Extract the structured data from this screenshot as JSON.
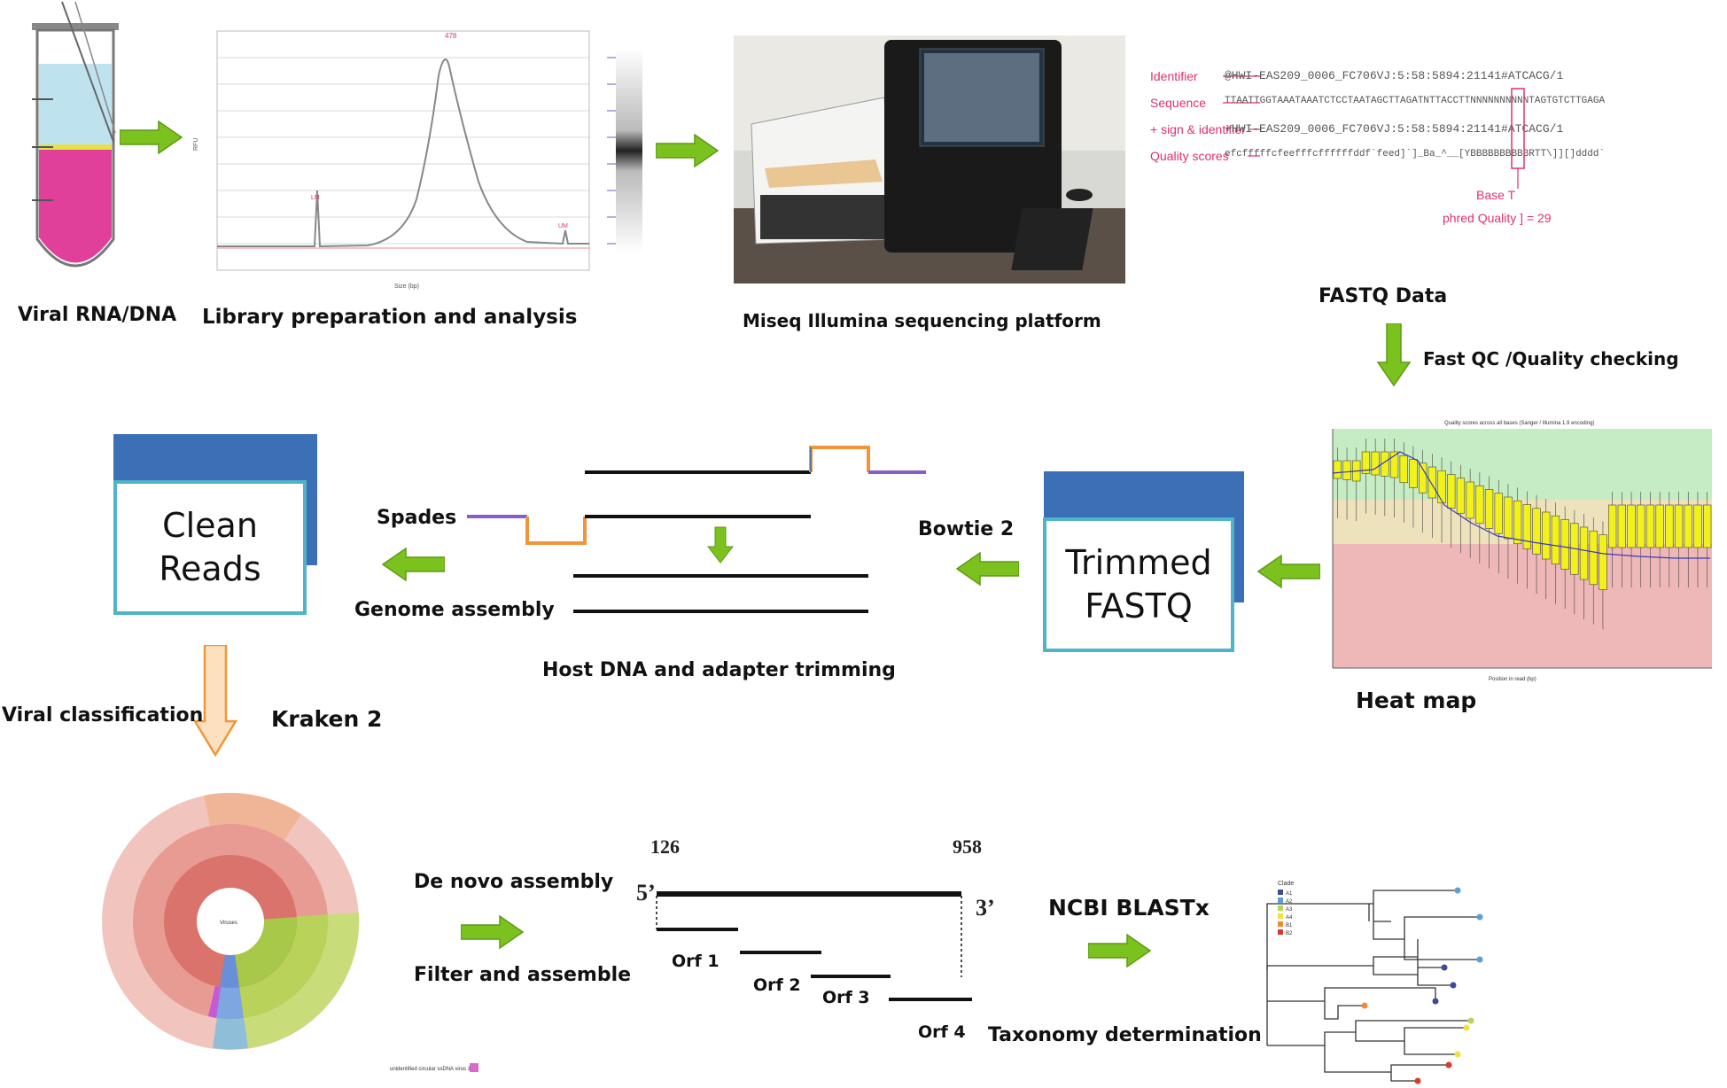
{
  "labels": {
    "viral_rna_dna": "Viral RNA/DNA",
    "library_prep": "Library preparation and analysis",
    "miseq": "Miseq Illumina sequencing platform",
    "fastq_data": "FASTQ Data",
    "fastqc": "Fast QC /Quality checking",
    "heat_map": "Heat map",
    "bowtie": "Bowtie 2",
    "spades": "Spades",
    "genome_assembly": "Genome assembly",
    "host_trimming": "Host DNA and adapter trimming",
    "viral_classification": "Viral classification",
    "kraken": "Kraken 2",
    "de_novo": "De novo assembly",
    "filter_assemble": "Filter and assemble",
    "blastx": "NCBI BLASTx",
    "taxonomy": "Taxonomy determination"
  },
  "boxes": {
    "clean_reads": "Clean Reads",
    "trimmed_fastq": "Trimmed FASTQ"
  },
  "fastq": {
    "field_labels": [
      "Identifier",
      "Sequence",
      "+ sign & identifier",
      "Quality scores"
    ],
    "lines": [
      "@HWI-EAS209_0006_FC706VJ:5:58:5894:21141#ATCACG/1",
      "TTAATTGGTAAATAAATCTCCTAATAGCTTAGATNTTACCTTNNNNNNNNNNTAGTGTCTTGAGA",
      "+HWI-EAS209_0006_FC706VJ:5:58:5894:21141#ATCACG/1",
      "efcfffffcfeefffcffffffddf`feed]`]_Ba_^__[YBBBBBBBBBBRTT\\]][]dddd`"
    ],
    "base_note": "Base T",
    "phred_note": "phred Quality ] = 29"
  },
  "orf": {
    "start": "126",
    "end": "958",
    "five_prime": "5’",
    "three_prime": "3’",
    "orfs": [
      "Orf 1",
      "Orf 2",
      "Orf 3",
      "Orf 4"
    ]
  },
  "tree": {
    "legend_title": "Clade",
    "clades": [
      "A1",
      "A2",
      "A3",
      "A4",
      "B1",
      "B2"
    ],
    "clade_colors": [
      "#3b4a9a",
      "#5aa0d6",
      "#b9d35a",
      "#f0e040",
      "#f08a3a",
      "#d93a2a"
    ]
  },
  "krona": {
    "center": "Viruses",
    "note": "unidentified circular ssDNA virus  1%"
  },
  "bioanalyzer": {
    "peak_label": "478",
    "markers": [
      "LM",
      "UM"
    ],
    "x_label": "Size (bp)",
    "y_label": "RFU"
  },
  "qc_plot": {
    "title": "Quality scores across all bases (Sanger / Illumina 1.9 encoding)",
    "x_label": "Position in read (bp)"
  },
  "colors": {
    "arrow_green": "#7cc21e",
    "box_blue": "#3b6fb6",
    "box_border": "#4fb3c9",
    "adapter_orange": "#f0963a",
    "adapter_purple": "#8a5cc8",
    "tube_pink": "#e0409a",
    "tube_blue": "#bfe3ee"
  }
}
